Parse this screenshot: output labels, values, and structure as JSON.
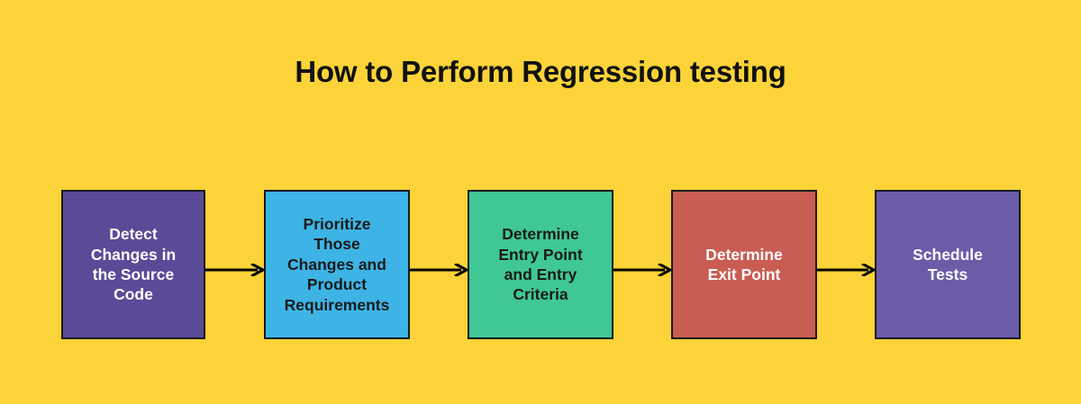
{
  "diagram": {
    "title": "How to Perform Regression testing",
    "background_color": "#FCD338",
    "title_color": "#111111",
    "type": "linear-process-flow",
    "steps": [
      {
        "index": 1,
        "label": "Detect\nChanges in\nthe Source\nCode",
        "fill_color": "#5B4A97",
        "text_color": "#FFFFFF",
        "border_color": "#1A1A1A"
      },
      {
        "index": 2,
        "label": "Prioritize\nThose\nChanges and\nProduct\nRequirements",
        "fill_color": "#3DB4E5",
        "text_color": "#1A1A1A",
        "border_color": "#1A1A1A"
      },
      {
        "index": 3,
        "label": "Determine\nEntry Point\nand Entry\nCriteria",
        "fill_color": "#3FC894",
        "text_color": "#1A1A1A",
        "border_color": "#1A1A1A"
      },
      {
        "index": 4,
        "label": "Determine\nExit Point",
        "fill_color": "#C95D53",
        "text_color": "#FFFFFF",
        "border_color": "#1A1A1A"
      },
      {
        "index": 5,
        "label": "Schedule\nTests",
        "fill_color": "#6C5CA8",
        "text_color": "#FFFFFF",
        "border_color": "#1A1A1A"
      }
    ],
    "connectors": [
      {
        "from": 1,
        "to": 2,
        "kind": "arrow-right",
        "color": "#000000"
      },
      {
        "from": 2,
        "to": 3,
        "kind": "arrow-right",
        "color": "#000000"
      },
      {
        "from": 3,
        "to": 4,
        "kind": "arrow-right",
        "color": "#000000"
      },
      {
        "from": 4,
        "to": 5,
        "kind": "arrow-right",
        "color": "#000000"
      }
    ]
  }
}
